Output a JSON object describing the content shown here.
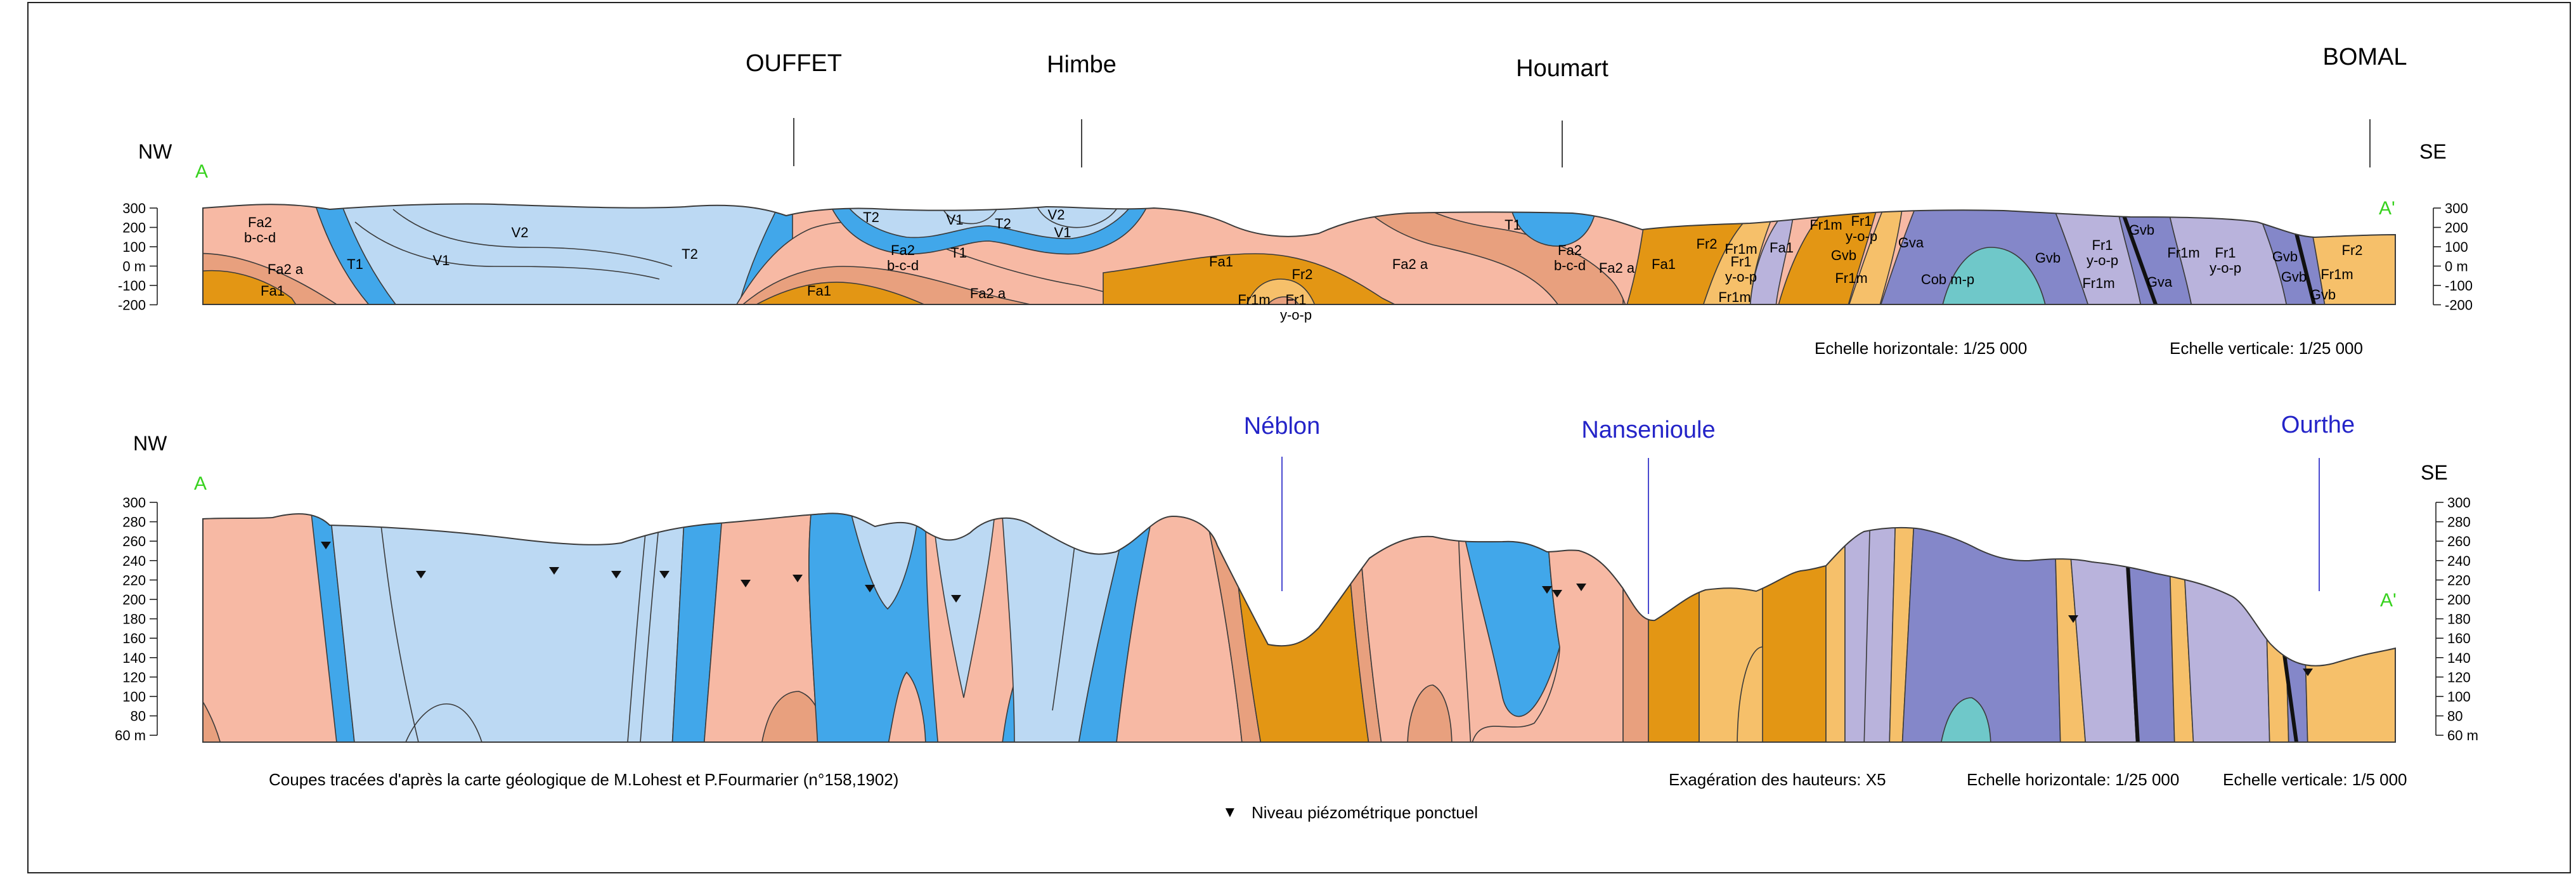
{
  "colors": {
    "Fa2": "#f7b9a4",
    "Fa2a": "#e8a07e",
    "Fa1": "#e39614",
    "Fr": "#f6c06a",
    "T1": "#41a7ea",
    "T2": "#bcd9f3",
    "Gv": "#8487c9",
    "Fr1m": "#b9b3dc",
    "Cob": "#6fc8c9",
    "river_label": "#2424c8",
    "endpoint_label": "#37d21e"
  },
  "top": {
    "villages": [
      "OUFFET",
      "Himbe",
      "Houmart",
      "BOMAL"
    ],
    "nw": "NW",
    "se": "SE",
    "a": "A",
    "a_prime": "A'",
    "axis_left": [
      "300",
      "200",
      "100",
      "0 m",
      "-100",
      "-200"
    ],
    "axis_right": [
      "300",
      "200",
      "100",
      "0 m",
      "-100",
      "-200"
    ],
    "units": [
      "Fa2\nb-c-d",
      "Fa2 a",
      "Fa1",
      "T1",
      "V1",
      "V2",
      "T2",
      "T2",
      "V1",
      "T2",
      "V2",
      "V1",
      "Fa2\nb-c-d",
      "T1",
      "Fa1",
      "Fa2 a",
      "Fa1",
      "Fr2",
      "Fr1m",
      "Fr1\ny-o-p",
      "Fa2 a",
      "T1",
      "Fa2\nb-c-d",
      "Fa2 a",
      "Fa1",
      "Fr2",
      "Fr1m",
      "Fr1\ny-o-p",
      "Fr1m",
      "Fa1",
      "Fr1m",
      "Fr1\ny-o-p",
      "Gvb",
      "Fr1m",
      "Gva",
      "Cob m-p",
      "Gvb",
      "Fr1\ny-o-p",
      "Fr1m",
      "Gvb",
      "Gva",
      "Fr1m",
      "Fr1\ny-o-p",
      "Gvb",
      "Gvb",
      "Gvb",
      "Fr1m",
      "Fr2"
    ],
    "scale_h": "Echelle horizontale: 1/25 000",
    "scale_v": "Echelle verticale: 1/25 000"
  },
  "bottom": {
    "rivers": [
      "Néblon",
      "Nansenioule",
      "Ourthe"
    ],
    "nw": "NW",
    "se": "SE",
    "a": "A",
    "a_prime": "A'",
    "axis_left": [
      "300",
      "280",
      "260",
      "240",
      "220",
      "200",
      "180",
      "160",
      "140",
      "120",
      "100",
      "80",
      "60 m"
    ],
    "axis_right": [
      "300",
      "280",
      "260",
      "240",
      "220",
      "200",
      "180",
      "160",
      "140",
      "120",
      "100",
      "80",
      "60 m"
    ],
    "source": "Coupes tracées d'après la carte géologique de M.Lohest et P.Fourmarier (n°158,1902)",
    "exaggeration": "Exagération des hauteurs: X5",
    "scale_h": "Echelle horizontale: 1/25 000",
    "scale_v": "Echelle verticale: 1/5 000",
    "legend_symbol": "▼",
    "legend_text": "Niveau piézométrique ponctuel"
  }
}
